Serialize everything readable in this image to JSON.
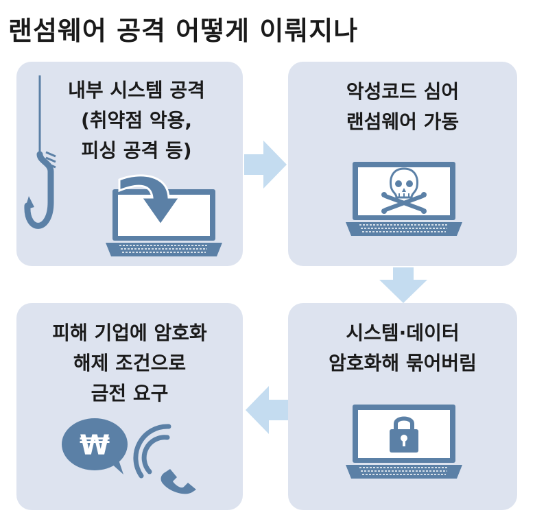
{
  "title": "랜섬웨어 공격 어떻게 이뤄지나",
  "colors": {
    "panel_bg": "#dde3ef",
    "icon": "#5b80a6",
    "arrow": "#c4dcf0",
    "text": "#1a1a1a"
  },
  "steps": [
    {
      "lines": [
        "내부 시스템 공격",
        "(취약점 악용,",
        "피싱 공격 등)"
      ],
      "icons": [
        "fishing-hook-icon",
        "laptop-icon",
        "download-arrow-icon"
      ]
    },
    {
      "lines": [
        "악성코드 심어",
        "랜섬웨어 가동"
      ],
      "icons": [
        "laptop-icon",
        "skull-crossbones-icon"
      ]
    },
    {
      "lines": [
        "시스템·데이터",
        "암호화해 묶어버림"
      ],
      "icons": [
        "laptop-icon",
        "padlock-icon"
      ]
    },
    {
      "lines": [
        "피해 기업에 암호화",
        "해제 조건으로",
        "금전 요구"
      ],
      "icons": [
        "speech-bubble-icon",
        "won-sign-icon",
        "phone-call-icon"
      ],
      "currency_symbol": "₩"
    }
  ],
  "flow_arrows": [
    "right",
    "down",
    "left"
  ]
}
